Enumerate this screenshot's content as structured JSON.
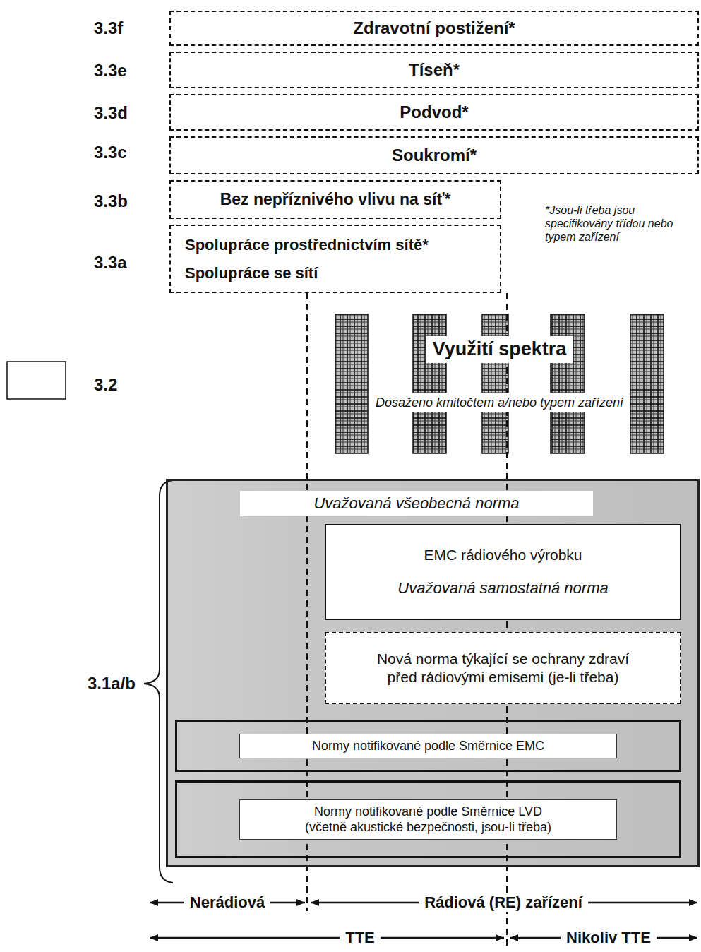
{
  "diagram": {
    "nodes": [
      {
        "text": [
          "Zdravotní postižení*"
        ]
      },
      {
        "text": [
          "Tíseň*"
        ]
      },
      {
        "text": [
          "Podvod*"
        ]
      },
      {
        "text": [
          "Soukromí*"
        ]
      },
      {
        "text": [
          "Bez nepříznivého vlivu na síť*"
        ]
      },
      {
        "text": [
          "Spolupráce prostřednictvím sítě*",
          "Spolupráce se sítí"
        ]
      },
      {
        "text": [
          "Využití spektra",
          "Dosaženo kmitočtem a/nebo typem zařízení"
        ]
      },
      {
        "text": [
          "Uvažovaná všeobecná norma"
        ]
      },
      {
        "text": [
          "EMC rádiového výrobku",
          "Uvažovaná samostatná norma"
        ],
        "in": 7
      },
      {
        "text": [
          "Nová norma týkající se ochrany zdraví před rádiovými emisemi (je-li třeba)"
        ],
        "in": 7
      },
      {
        "text": [
          "Normy notifikované podle Směrnice EMC"
        ],
        "in": 7
      },
      {
        "text": [
          "Normy notifikované podle Směrnice LVD (včetně akustické bezpečnosti, jsou-li třeba)"
        ],
        "in": 7
      }
    ],
    "labels": [
      "3.3f",
      "3.3e",
      "3.3d",
      "3.3c",
      "3.3b",
      "3.3a",
      "*Jsou-li třeba jsou specifikovány třídou nebo typem zařízení",
      "3.2",
      "3.1a/b",
      "Nerádiová",
      "Rádiová (RE) zařízení",
      "TTE",
      "Nikoliv TTE"
    ]
  }
}
